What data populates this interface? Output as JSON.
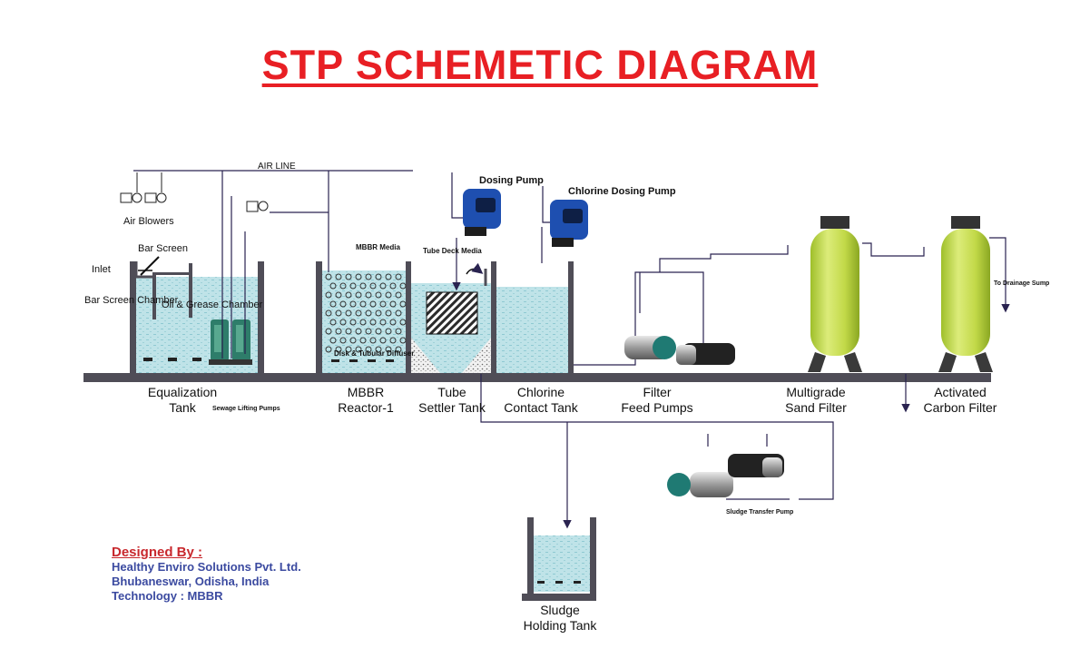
{
  "title": "STP SCHEMETIC DIAGRAM",
  "labels": {
    "air_line": "AIR LINE",
    "air_blowers": "Air Blowers",
    "bar_screen": "Bar Screen",
    "inlet": "Inlet",
    "bar_screen_chamber": "Bar Screen Chamber",
    "oil_grease_chamber": "Oil & Grease Chamber",
    "mbbr_media": "MBBR Media",
    "disk_diffuser": "Disk & Tubular Diffuser",
    "tube_deck_media": "Tube Deck Media",
    "dosing_pump": "Dosing Pump",
    "chlorine_dosing_pump": "Chlorine Dosing Pump",
    "to_drainage_sump": "To Drainage Sump",
    "sewage_lifting_pumps": "Sewage Lifting Pumps",
    "sludge_transfer_pump": "Sludge Transfer Pump"
  },
  "units": [
    {
      "line1": "Equalization",
      "line2": "Tank"
    },
    {
      "line1": "MBBR",
      "line2": "Reactor-1"
    },
    {
      "line1": "Tube",
      "line2": "Settler Tank"
    },
    {
      "line1": "Chlorine",
      "line2": "Contact Tank"
    },
    {
      "line1": "Filter",
      "line2": "Feed Pumps"
    },
    {
      "line1": "Multigrade",
      "line2": "Sand Filter"
    },
    {
      "line1": "Activated",
      "line2": "Carbon Filter"
    },
    {
      "line1": "Sludge",
      "line2": "Holding Tank"
    }
  ],
  "credit": {
    "heading": "Designed By :",
    "company": "Healthy Enviro Solutions Pvt. Ltd.",
    "location": "Bhubaneswar, Odisha, India",
    "technology": "Technology : MBBR"
  },
  "colors": {
    "title": "#e81f24",
    "water": "#bfe3e8",
    "tank_wall": "#4f4d57",
    "pipe": "#2a2350",
    "filter_vessel": "#c7df4c",
    "dosing_pump": "#1e4fb0",
    "credit_heading": "#c8282d",
    "credit_text": "#3b4aa0"
  }
}
